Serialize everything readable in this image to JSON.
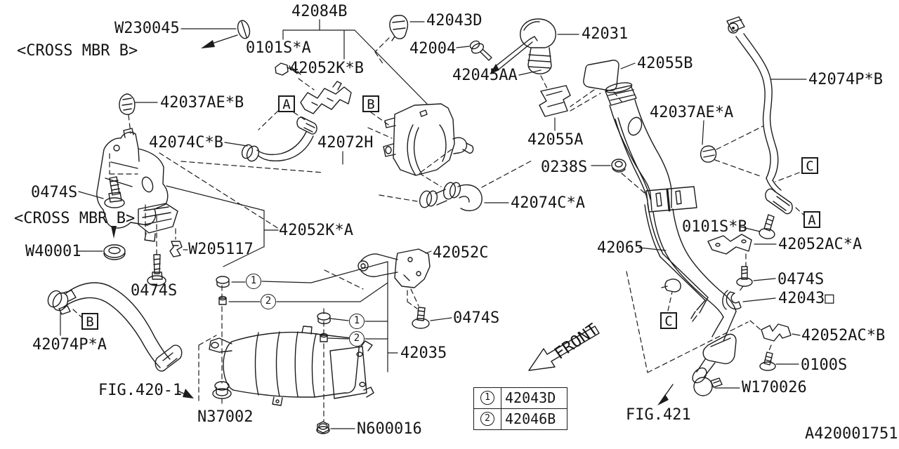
{
  "doc": {
    "drawing_number": "A420001751",
    "figure_refs": {
      "fig420_1": "FIG.420-1",
      "fig421": "FIG.421"
    },
    "front_label": "FRONT",
    "notes": {
      "cross_mbr_top": "<CROSS MBR B>",
      "cross_mbr_left": "<CROSS MBR B>"
    }
  },
  "labels": {
    "w230045": "W230045",
    "p42084b": "42084B",
    "p0101s_a": "0101S*A",
    "p42052k_b": "42052K*B",
    "p42043d": "42043D",
    "p42004": "42004",
    "p42031": "42031",
    "p42045aa": "42045AA",
    "p42055b": "42055B",
    "p42037ae_b": "42037AE*B",
    "p42074p_b": "42074P*B",
    "p42055a": "42055A",
    "p42037ae_a": "42037AE*A",
    "p42074c_b": "42074C*B",
    "p42072h": "42072H",
    "p0238s": "0238S",
    "p0474s_1": "0474S",
    "p42074c_a": "42074C*A",
    "p0101s_b": "0101S*B",
    "p42052k_a": "42052K*A",
    "pw40001": "W40001",
    "pw205117": "W205117",
    "p42065": "42065",
    "p42052ac_a": "42052AC*A",
    "p42052c": "42052C",
    "p0474s_2": "0474S",
    "p0474s_r": "0474S",
    "p42043sq": "42043□",
    "p0474s_3": "0474S",
    "p42052ac_b": "42052AC*B",
    "p42074p_a": "42074P*A",
    "p0100s": "0100S",
    "p42035": "42035",
    "pw170026": "W170026",
    "pn37002": "N37002",
    "pn600016": "N600016"
  },
  "markers": {
    "boxed_a1": "A",
    "boxed_b1": "B",
    "boxed_c1": "C",
    "boxed_a2": "A",
    "boxed_b2": "B",
    "boxed_c2": "C",
    "circled_1a": "1",
    "circled_2a": "2",
    "circled_1b": "1",
    "circled_2b": "2"
  },
  "legend": {
    "rows": [
      {
        "ref": "1",
        "part": "42043D"
      },
      {
        "ref": "2",
        "part": "42046B"
      }
    ]
  }
}
